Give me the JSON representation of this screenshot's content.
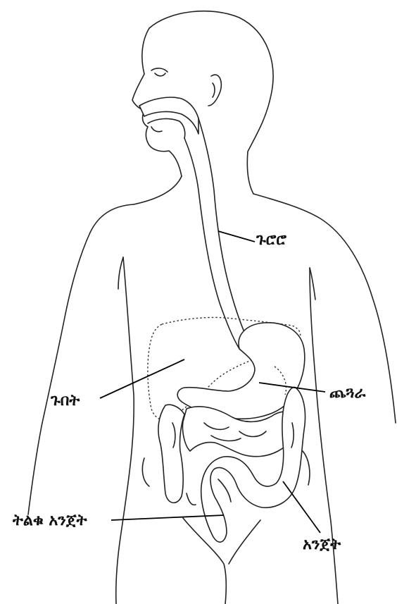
{
  "labels": {
    "throat": "ጉሮሮ",
    "liver": "ጉበት",
    "stomach": "ጨጓራ",
    "large_intestine": "ትልቁ አንጀት",
    "intestine": "አንጀት"
  }
}
